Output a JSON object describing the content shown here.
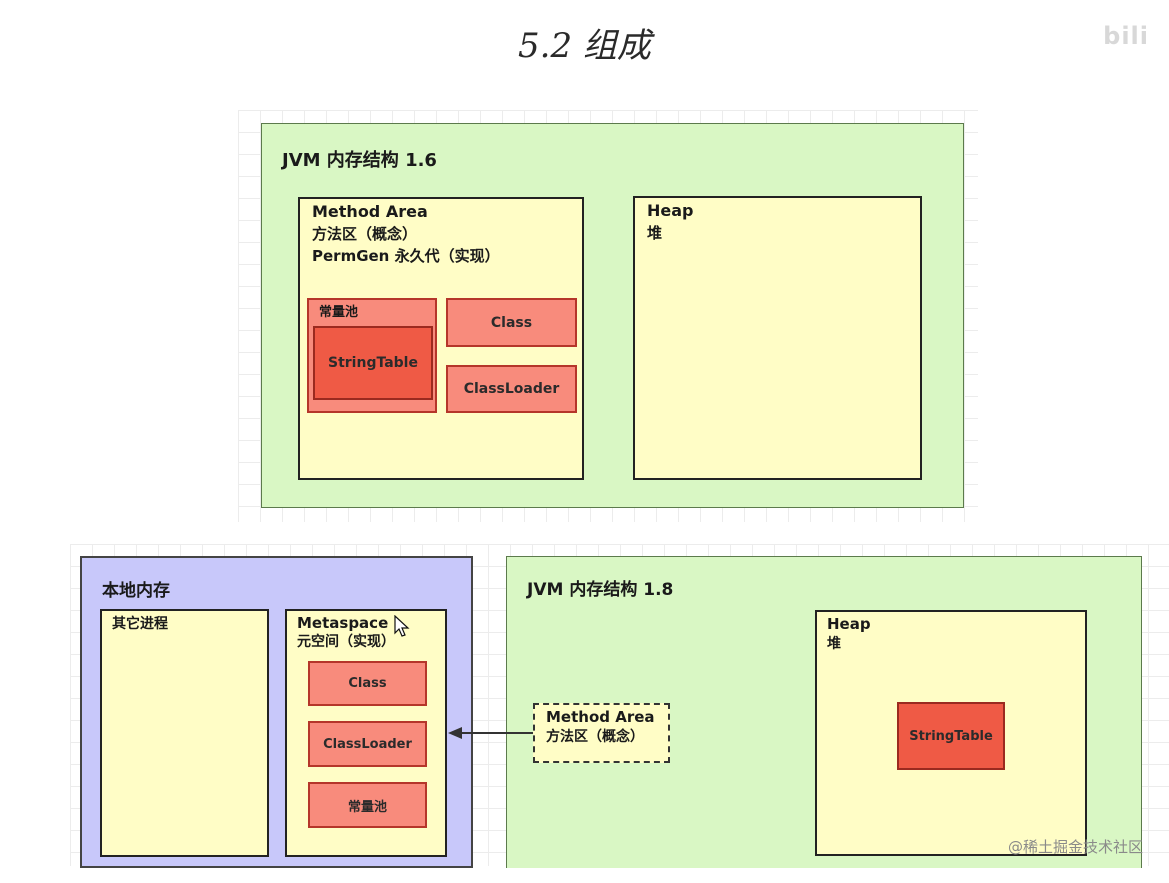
{
  "title": "5.2 组成",
  "watermark_top": "bili",
  "jvm16": {
    "label": "JVM 内存结构 1.6",
    "method_area": {
      "line1": "Method Area",
      "line2": "方法区（概念）",
      "line3": "PermGen 永久代（实现）"
    },
    "pool_label": "常量池",
    "string_table": "StringTable",
    "class_label": "Class",
    "classloader_label": "ClassLoader",
    "heap": {
      "line1": "Heap",
      "line2": "堆"
    }
  },
  "native": {
    "label": "本地内存",
    "other_process": "其它进程",
    "metaspace": {
      "line1": "Metaspace",
      "line2": "元空间（实现）"
    },
    "class_label": "Class",
    "classloader_label": "ClassLoader",
    "pool_label": "常量池"
  },
  "jvm18": {
    "label": "JVM 内存结构 1.8",
    "method_area": {
      "line1": "Method Area",
      "line2": "方法区（概念）"
    },
    "heap": {
      "line1": "Heap",
      "line2": "堆"
    },
    "string_table": "StringTable"
  },
  "footer_watermark": "@稀土掘金技术社区"
}
